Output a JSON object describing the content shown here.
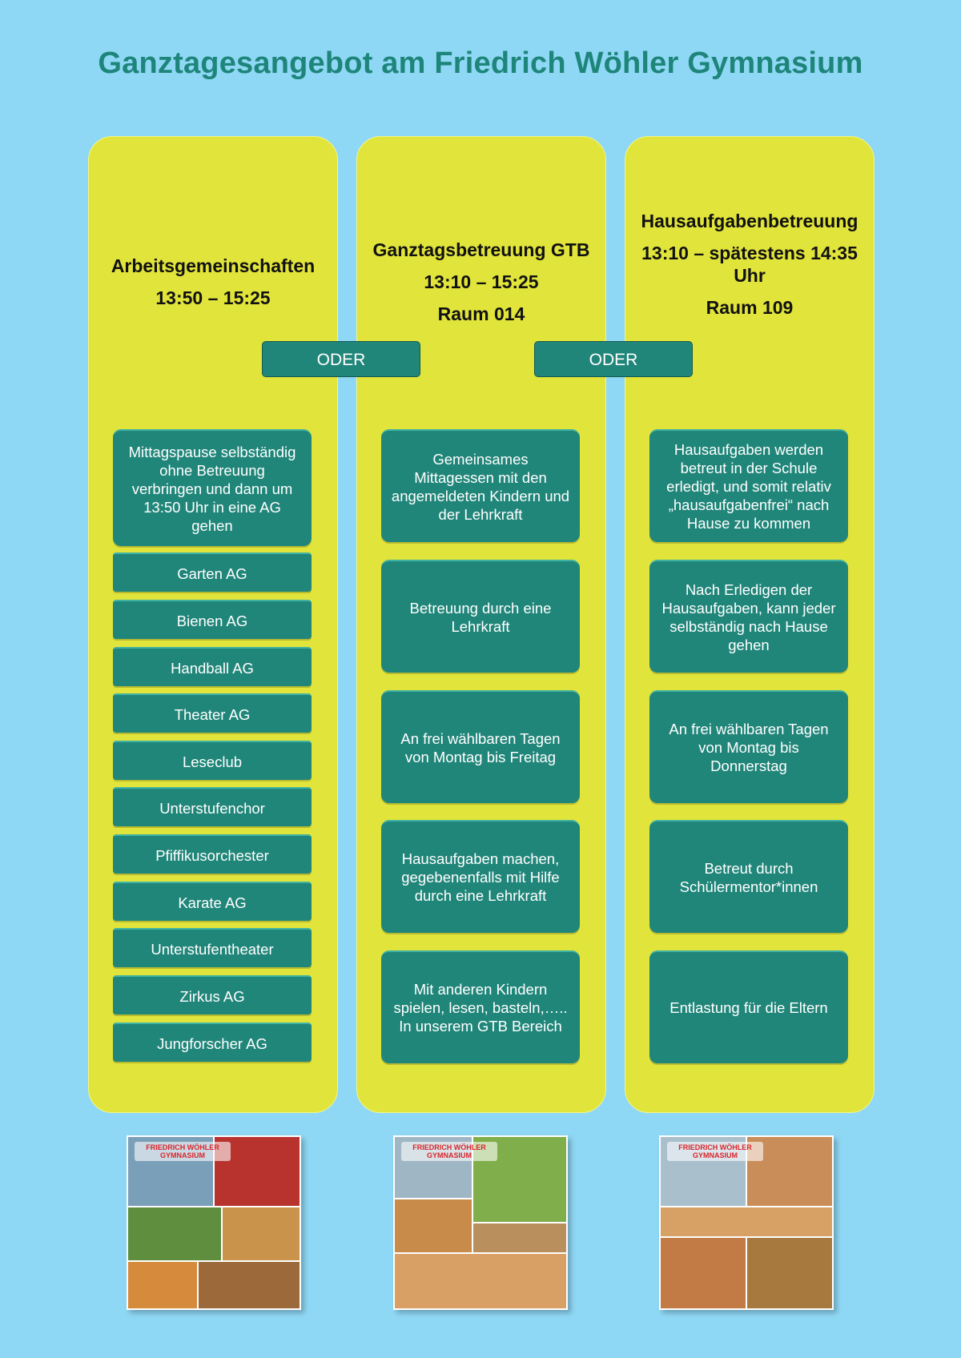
{
  "title": "Ganztagesangebot am Friedrich Wöhler Gymnasium",
  "oder_label": "ODER",
  "columns": [
    {
      "heading": "Arbeitsgemeinschaften",
      "time": "13:50 – 15:25",
      "intro": "Mittagspause selbständig ohne Betreuung verbringen und dann um 13:50 Uhr in eine AG gehen",
      "items": [
        "Garten AG",
        "Bienen AG",
        "Handball AG",
        "Theater AG",
        "Leseclub",
        "Unterstufenchor",
        "Pfiffikusorchester",
        "Karate AG",
        "Unterstufentheater",
        "Zirkus AG",
        "Jungforscher AG"
      ]
    },
    {
      "heading": "Ganztagsbetreuung GTB",
      "time": "13:10 – 15:25",
      "room": "Raum 014",
      "items": [
        "Gemeinsames Mittagessen mit den angemeldeten Kindern und der Lehrkraft",
        "Betreuung durch eine Lehrkraft",
        "An frei wählbaren Tagen von Montag bis Freitag",
        "Hausaufgaben machen, gegebenenfalls mit Hilfe durch eine Lehrkraft",
        "Mit anderen Kindern spielen, lesen, basteln,….. In unserem GTB Bereich"
      ]
    },
    {
      "heading": "Hausaufgabenbetreuung",
      "time": "13:10 – spätestens 14:35 Uhr",
      "room": "Raum 109",
      "items": [
        "Hausaufgaben werden betreut in der Schule erledigt, und somit relativ „hausaufgabenfrei“ nach Hause zu kommen",
        "Nach Erledigen der Hausaufgaben, kann jeder selbständig nach Hause gehen",
        "An frei wählbaren Tagen von Montag bis Donnerstag",
        "Betreut durch Schülermentor*innen",
        "Entlastung für die Eltern"
      ]
    }
  ],
  "images": [
    {
      "sign": "FRIEDRICH WÖHLER GYMNASIUM"
    },
    {
      "sign": "FRIEDRICH WÖHLER GYMNASIUM"
    },
    {
      "sign": "FRIEDRICH WÖHLER GYMNASIUM"
    }
  ]
}
